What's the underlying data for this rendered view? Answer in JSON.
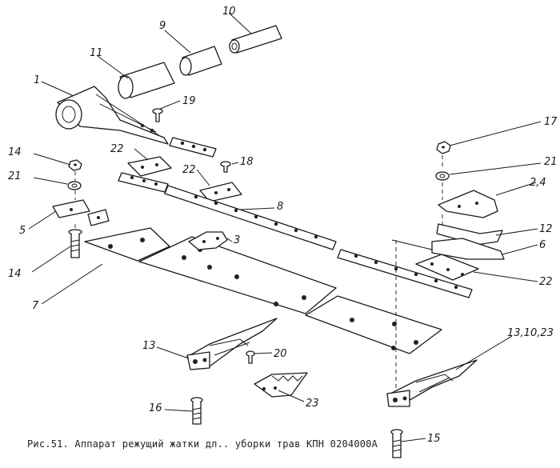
{
  "caption": "Рис.51. Аппарат режущий жатки дл.. уборки трав КПН 0204000А",
  "labels": {
    "l1": "1",
    "l9": "9",
    "l10": "10",
    "l11": "11",
    "l19": "19",
    "l14a": "14",
    "l21a": "21",
    "l22a": "22",
    "l22b": "22",
    "l18": "18",
    "l8": "8",
    "l5": "5",
    "l3": "3",
    "l14b": "14",
    "l7": "7",
    "l17": "17",
    "l21b": "21",
    "l24": "2,4",
    "l12": "12",
    "l6": "6",
    "l22c": "22",
    "l13": "13",
    "l20": "20",
    "l23": "23",
    "l16": "16",
    "l131023": "13,10,23",
    "l15": "15"
  }
}
